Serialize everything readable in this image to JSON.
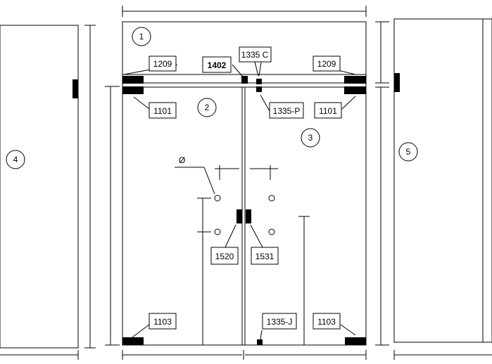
{
  "circles": {
    "c1": "1",
    "c2": "2",
    "c3": "3",
    "c4": "4",
    "c5": "5"
  },
  "callouts": {
    "fitting_1209_left": "1209",
    "fitting_1209_right": "1209",
    "fitting_1402": "1402",
    "fitting_1335c": "1335 C",
    "fitting_1335p": "1335-P",
    "fitting_1101_left": "1101",
    "fitting_1101_right": "1101",
    "fitting_1520": "1520",
    "fitting_1531": "1531",
    "fitting_1103_left": "1103",
    "fitting_1103_right": "1103",
    "fitting_1335j": "1335-J"
  },
  "symbols": {
    "diameter": "Ø"
  }
}
